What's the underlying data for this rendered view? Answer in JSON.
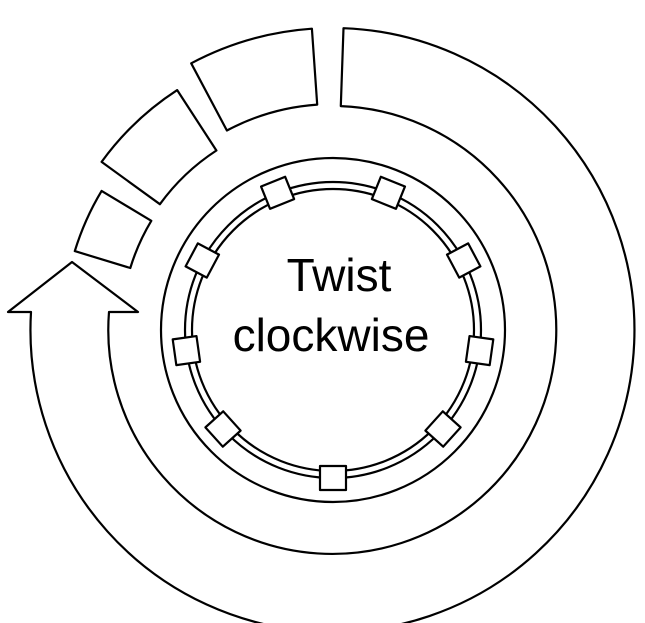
{
  "label": {
    "line1": "Twist",
    "line2": "clockwise"
  },
  "arrow": {
    "direction": "clockwise"
  },
  "colors": {
    "stroke": "#000000",
    "background": "#ffffff"
  }
}
